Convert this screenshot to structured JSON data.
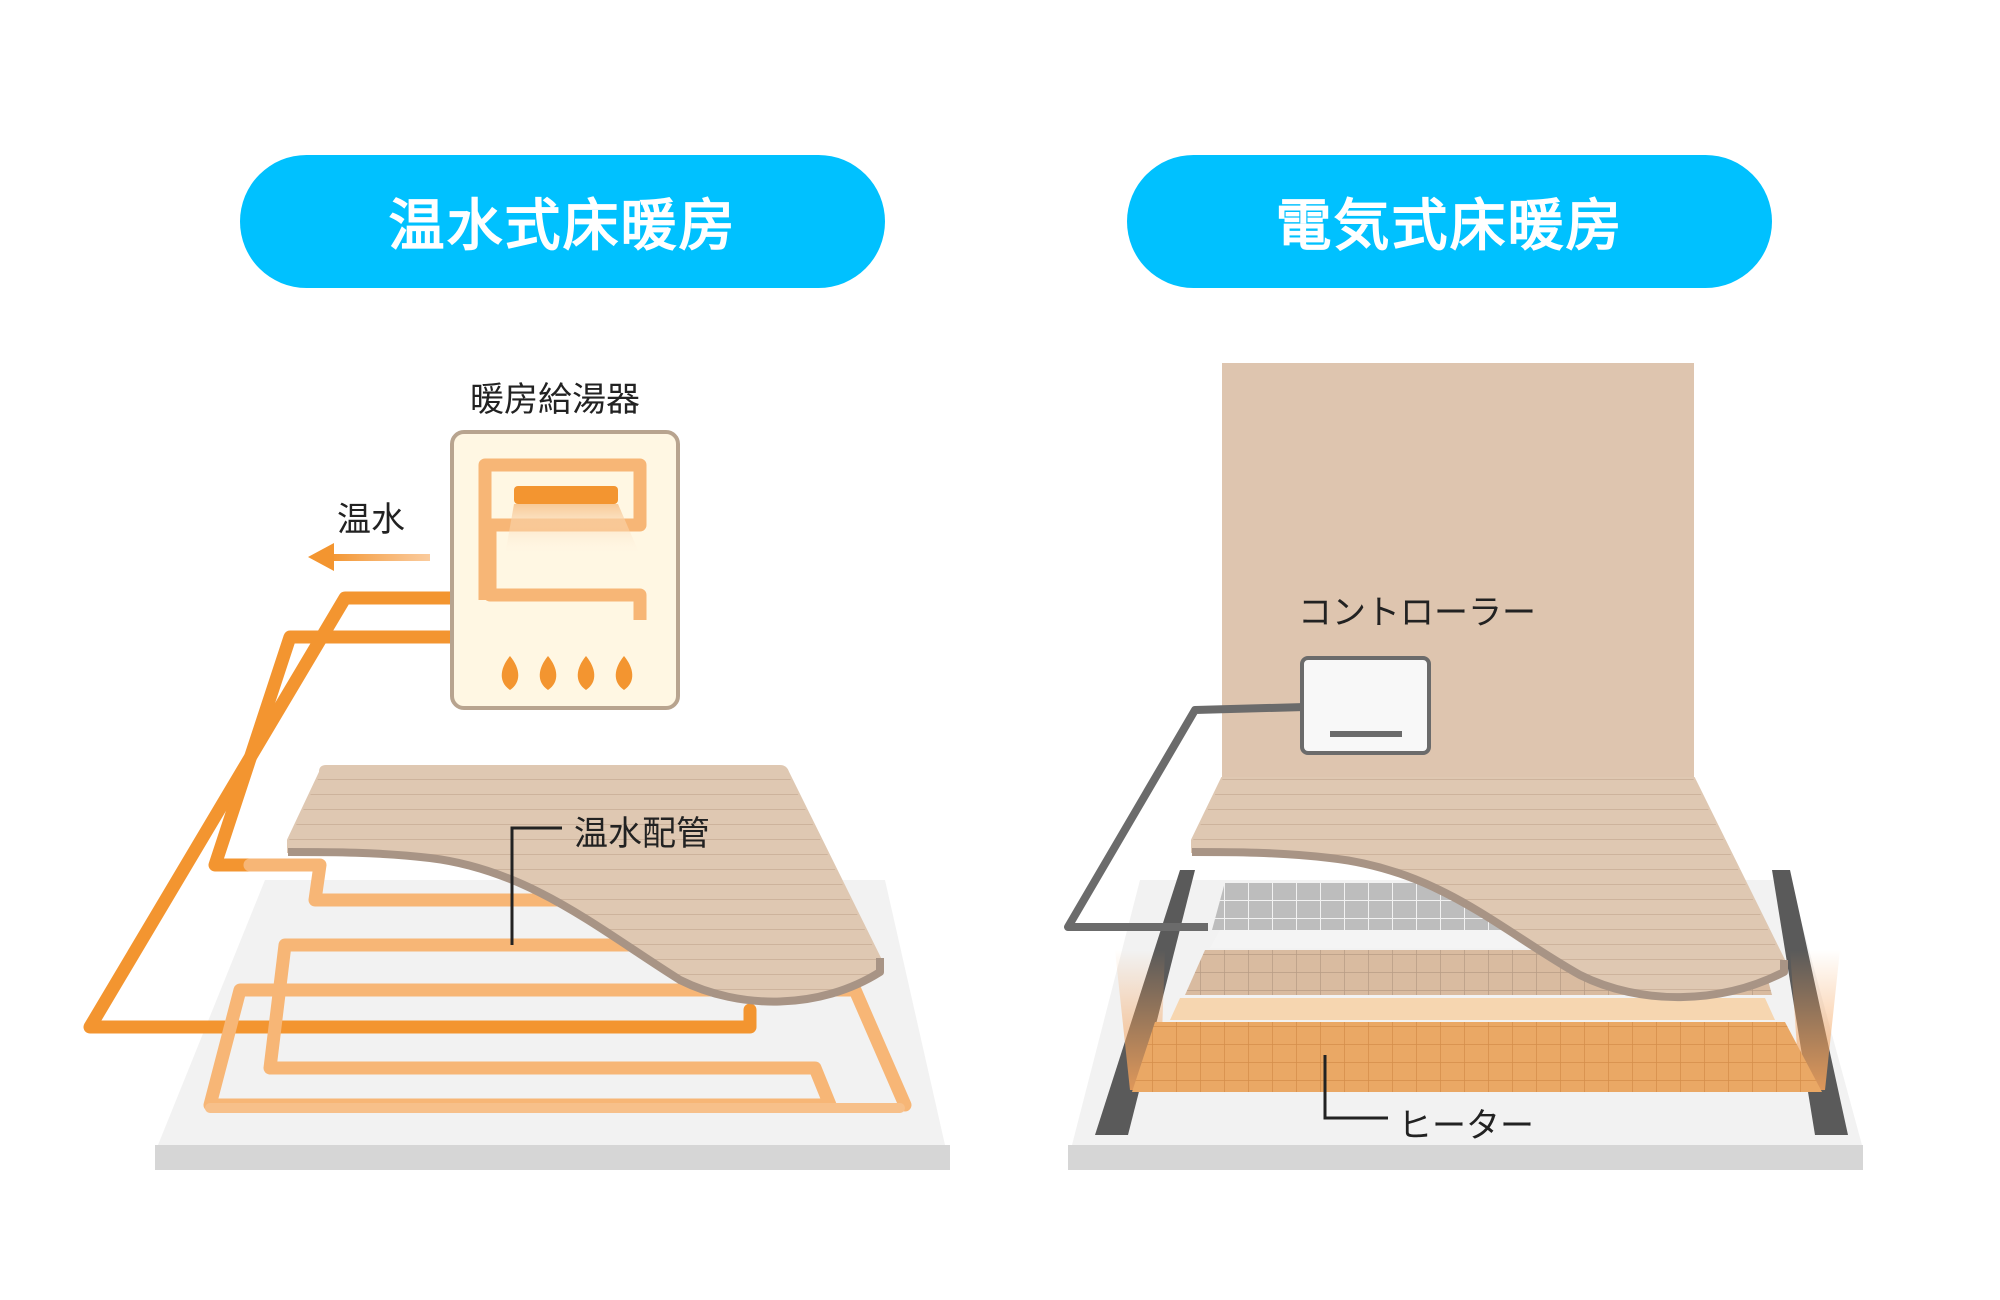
{
  "colors": {
    "title_bg": "#00C1FF",
    "title_text": "#ffffff",
    "pipe_orange": "#F7A95C",
    "pipe_orange_dark": "#F39530",
    "wood": "#DFC8B2",
    "wood_edge": "#A89485",
    "wall": "#DEC5AF",
    "floor_base": "#F2F2F2",
    "floor_base_shadow": "#D6D6D6",
    "heater_mat": "#EAA865",
    "grid_mat": "#BDBDBD"
  },
  "left_panel": {
    "title": "温水式床暖房",
    "labels": {
      "heater_unit": "暖房給湯器",
      "hot_water": "温水",
      "pipe": "温水配管"
    },
    "icons": [
      "flame-icon",
      "arrow-left-icon"
    ]
  },
  "right_panel": {
    "title": "電気式床暖房",
    "labels": {
      "controller": "コントローラー",
      "heater": "ヒーター"
    }
  }
}
